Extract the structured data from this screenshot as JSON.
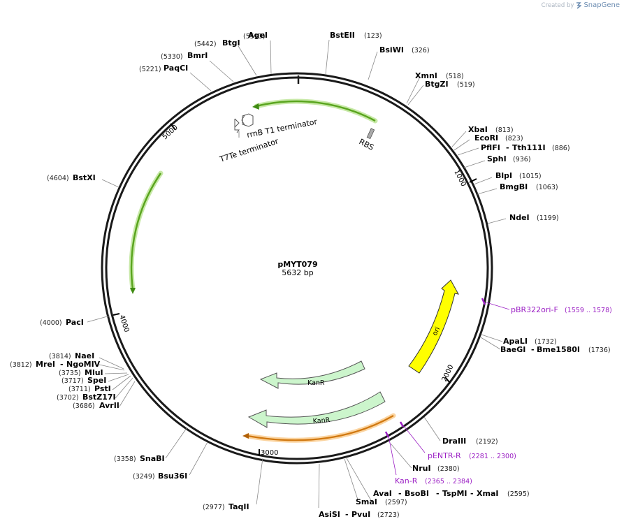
{
  "credit": {
    "prefix": "Created by",
    "brand": "SnapGene"
  },
  "plasmid": {
    "name": "pMYT079",
    "size_label": "5632 bp"
  },
  "ticks": {
    "t1000": "1000",
    "t2000": "2000",
    "t3000": "3000",
    "t4000": "4000",
    "t5000": "5000"
  },
  "sites": {
    "agei": {
      "name": "AgeI",
      "pos": "(5513)"
    },
    "btgi": {
      "name": "BtgI",
      "pos": "(5442)"
    },
    "bmri": {
      "name": "BmrI",
      "pos": "(5330)"
    },
    "paqci": {
      "name": "PaqCI",
      "pos": "(5221)"
    },
    "bsteii": {
      "name": "BstEII",
      "pos": "(123)"
    },
    "bsiwi": {
      "name": "BsiWI",
      "pos": "(326)"
    },
    "xmni": {
      "name": "XmnI",
      "pos": "(518)"
    },
    "btgzi": {
      "name": "BtgZI",
      "pos": "(519)"
    },
    "xbai": {
      "name": "XbaI",
      "pos": "(813)"
    },
    "ecori": {
      "name": "EcoRI",
      "pos": "(823)"
    },
    "pflfi": {
      "name": "PflFI",
      "sep": "-",
      "name2": "Tth111I",
      "pos": "(886)"
    },
    "sphi": {
      "name": "SphI",
      "pos": "(936)"
    },
    "blpi": {
      "name": "BlpI",
      "pos": "(1015)"
    },
    "bmgbi": {
      "name": "BmgBI",
      "pos": "(1063)"
    },
    "ndei": {
      "name": "NdeI",
      "pos": "(1199)"
    },
    "bstxi": {
      "name": "BstXI",
      "pos": "(4604)"
    },
    "paci": {
      "name": "PacI",
      "pos": "(4000)"
    },
    "naei": {
      "name": "NaeI",
      "pos": "(3814)"
    },
    "mrei": {
      "name": "MreI",
      "sep": "-",
      "name2": "NgoMIV",
      "pos": "(3812)"
    },
    "mlui": {
      "name": "MluI",
      "pos": "(3735)"
    },
    "spei": {
      "name": "SpeI",
      "pos": "(3717)"
    },
    "psti": {
      "name": "PstI",
      "pos": "(3711)"
    },
    "bstz17i": {
      "name": "BstZ17I",
      "pos": "(3702)"
    },
    "avrii": {
      "name": "AvrII",
      "pos": "(3686)"
    },
    "snabi": {
      "name": "SnaBI",
      "pos": "(3358)"
    },
    "bsu36i": {
      "name": "Bsu36I",
      "pos": "(3249)"
    },
    "taqii": {
      "name": "TaqII",
      "pos": "(2977)"
    },
    "asisi": {
      "name": "AsiSI",
      "sep": "-",
      "name2": "PvuI",
      "pos": "(2723)"
    },
    "smai": {
      "name": "SmaI",
      "pos": "(2597)"
    },
    "avai": {
      "name": "AvaI",
      "sep": "-",
      "name2": "BsoBI",
      "sep2": "-",
      "name3": "TspMI",
      "sep3": "-",
      "name4": "XmaI",
      "pos": "(2595)"
    },
    "nrui": {
      "name": "NruI",
      "pos": "(2380)"
    },
    "draiii": {
      "name": "DraIII",
      "pos": "(2192)"
    },
    "apali": {
      "name": "ApaLI",
      "pos": "(1732)"
    },
    "baegi": {
      "name": "BaeGI",
      "sep": "-",
      "name2": "Bme1580I",
      "pos": "(1736)"
    }
  },
  "primers": {
    "pbr322ori_f": {
      "name": "pBR322ori-F",
      "range": "(1559 .. 1578)"
    },
    "pentr_r": {
      "name": "pENTR-R",
      "range": "(2281 .. 2300)"
    },
    "kan_r": {
      "name": "Kan-R",
      "range": "(2365 .. 2384)"
    }
  },
  "features": {
    "rrnb": "rrnB T1 terminator",
    "t7te": "T7Te terminator",
    "rbs": "RBS",
    "ori": "ori",
    "kanr1": "KanR",
    "kanr2": "KanR"
  },
  "colors": {
    "backbone": "#1a1a1a",
    "green": "#5aa51f",
    "green_glow": "#c8e9a8",
    "ori": "#ffff00",
    "kanr": "#ccf5cc",
    "orange": "#f09a30",
    "primer": "#9b1fc4"
  }
}
